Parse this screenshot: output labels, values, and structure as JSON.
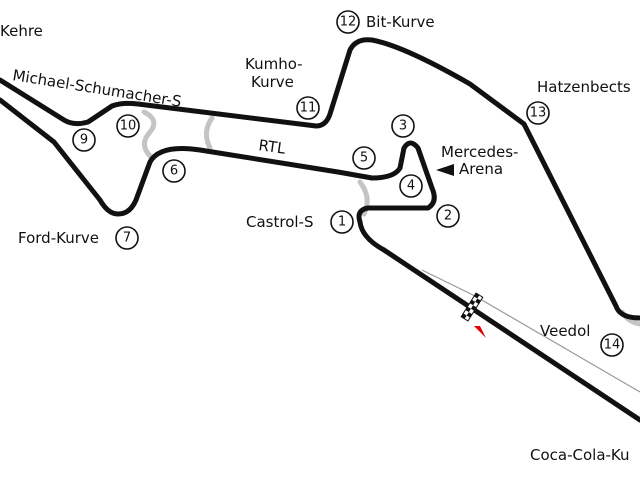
{
  "map": {
    "labels": {
      "kehre": "Kehre",
      "michael_schumacher_s": "Michael-Schumacher-S",
      "kumho_line1": "Kumho-",
      "kumho_line2": "Kurve",
      "bit_kurve": "Bit-Kurve",
      "hatzenbach": "Hatzenbects",
      "rtl": "RTL",
      "mercedes_line1": "Mercedes-",
      "mercedes_line2": "Arena",
      "castrol_s": "Castrol-S",
      "ford_kurve": "Ford-Kurve",
      "veedol": "Veedol",
      "coca_cola": "Coca-Cola-Ku"
    },
    "turns": [
      "1",
      "2",
      "3",
      "4",
      "5",
      "6",
      "7",
      "9",
      "10",
      "11",
      "12",
      "13",
      "14"
    ],
    "colors": {
      "track": "#111111",
      "alt_layout": "#c4c4c4",
      "pit_lane": "#9a9a9a",
      "start_marker": "#e00000"
    }
  }
}
